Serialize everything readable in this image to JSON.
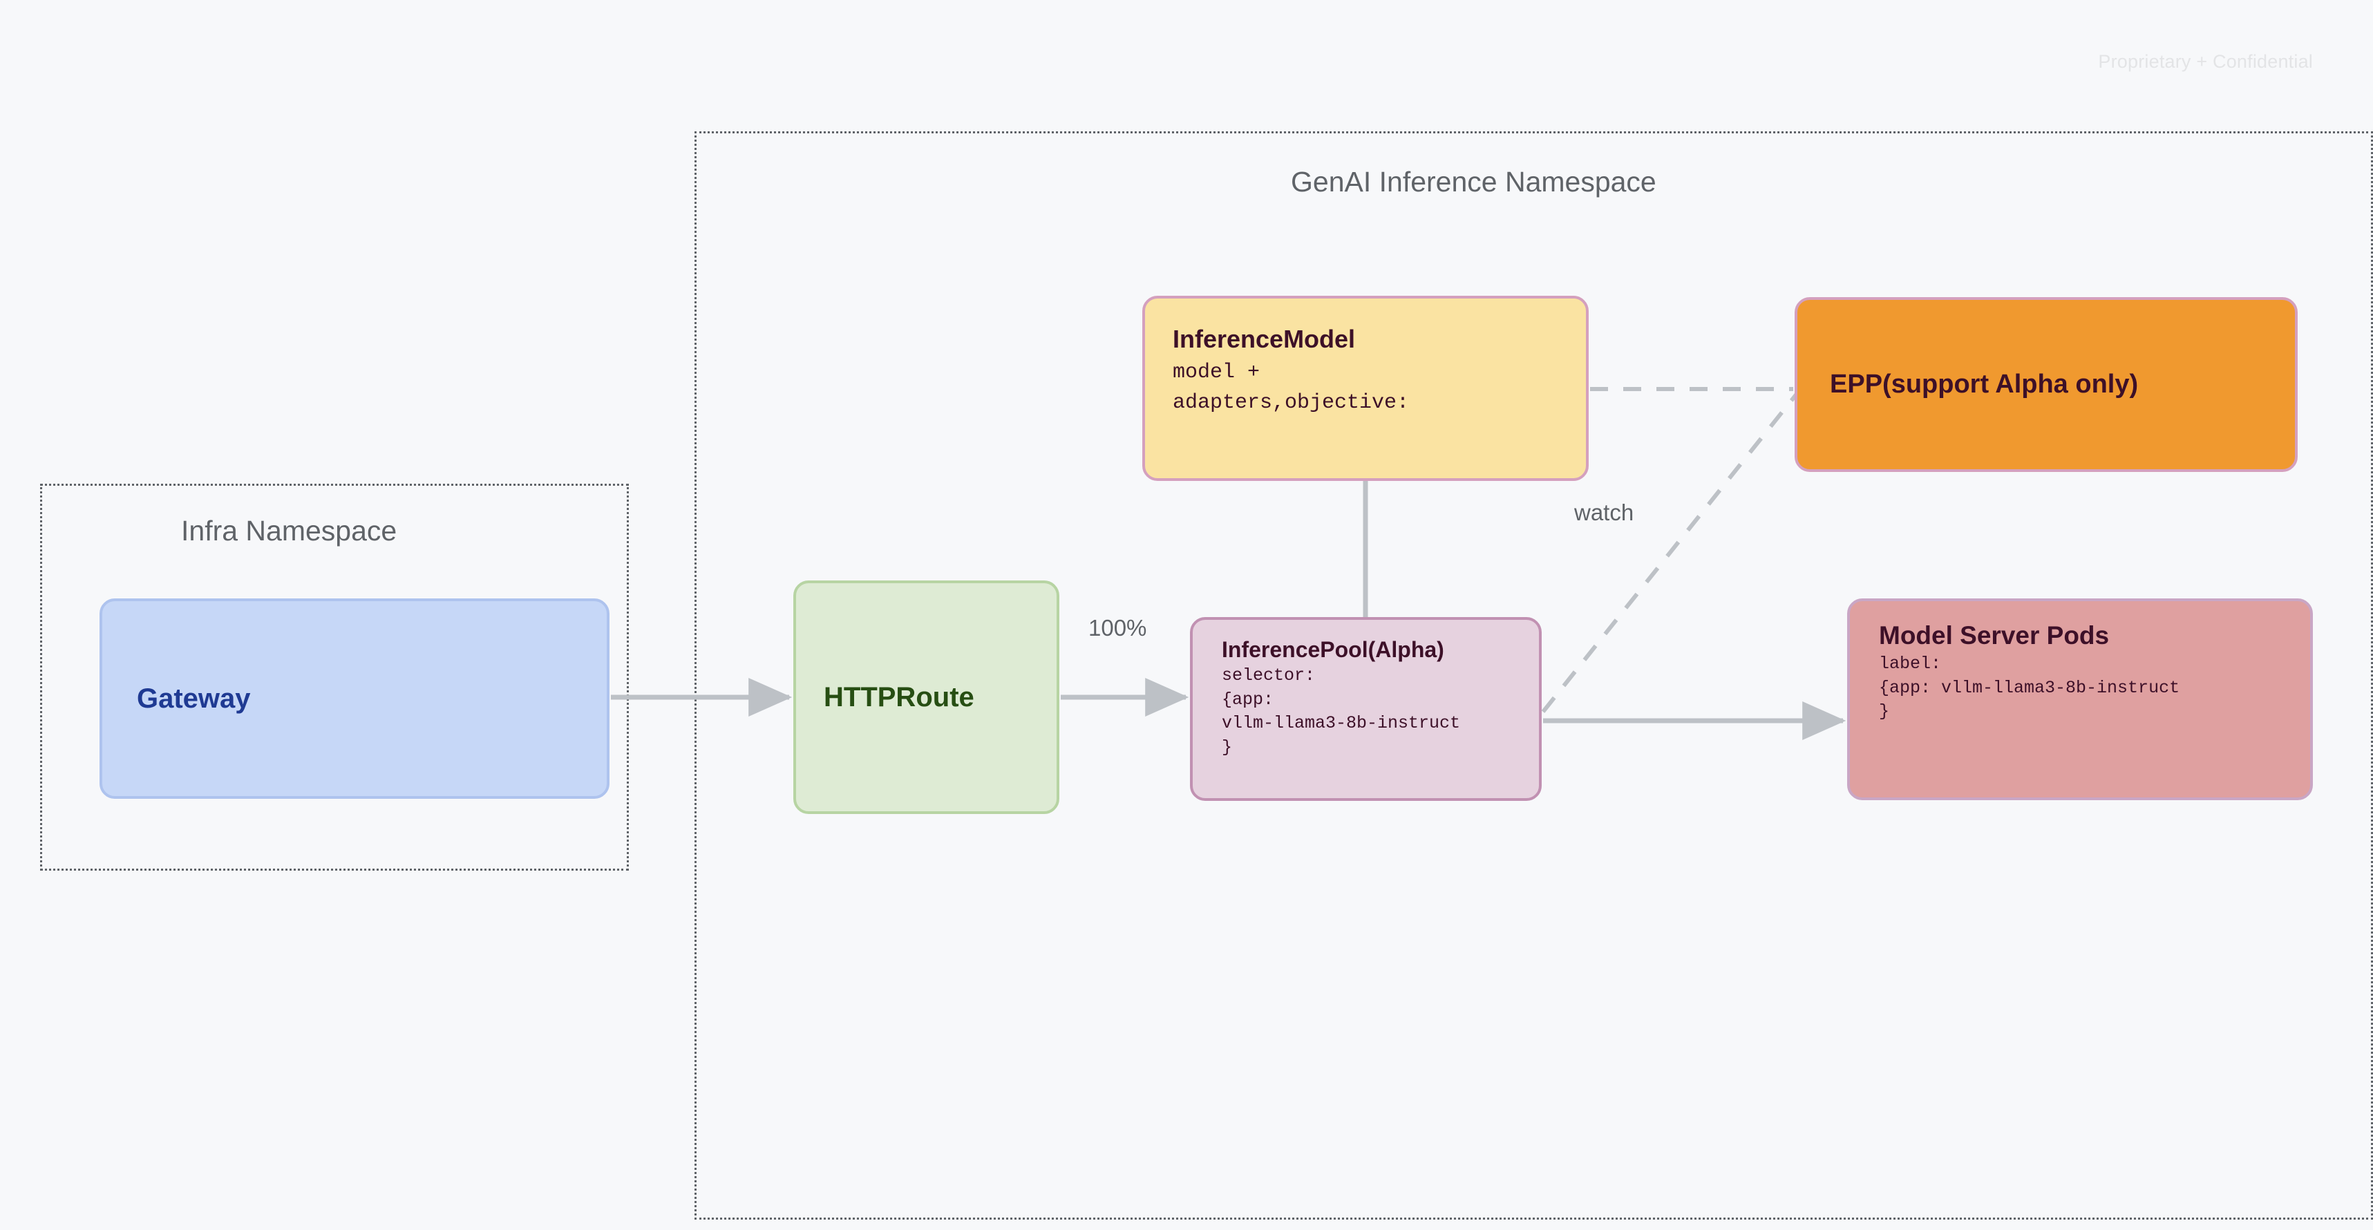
{
  "watermark": "Proprietary + Confidential",
  "namespaces": [
    {
      "id": "infra",
      "title": "Infra Namespace"
    },
    {
      "id": "genai",
      "title": "GenAI Inference Namespace"
    }
  ],
  "nodes": {
    "gateway": {
      "title": "Gateway",
      "fill": "#C6D7F7",
      "border": "#AEC3EE",
      "text_color": "#1F3A93"
    },
    "httproute": {
      "title": "HTTPRoute",
      "fill": "#DEEBD4",
      "border": "#B7D4A3",
      "text_color": "#274E13"
    },
    "inference_model": {
      "title": "InferenceModel",
      "body_line_1": "model +",
      "body_line_2": "adapters,objective:",
      "fill": "#FAE3A2",
      "border": "#D4A0BE",
      "text_color": "#3D1028"
    },
    "inference_pool": {
      "title": "InferencePool(Alpha)",
      "body_line_1": "selector:",
      "body_line_2": "{app:",
      "body_line_3": "vllm-llama3-8b-instruct",
      "body_line_4": "}",
      "fill": "#E6D2DF",
      "border": "#C191B2",
      "text_color": "#3D1028"
    },
    "epp": {
      "title": "EPP(support Alpha only)",
      "fill": "#F0992F",
      "border": "#D4A0BE",
      "text_color": "#3D1028"
    },
    "model_server_pods": {
      "title": "Model Server Pods",
      "body_line_1": "label:",
      "body_line_2": "{app: vllm-llama3-8b-instruct",
      "body_line_3": "}",
      "fill": "#DFA0A0",
      "border": "#C9A6C5",
      "text_color": "#3D1028"
    }
  },
  "edges": [
    {
      "id": "gateway-to-httproute",
      "label": "",
      "style": "solid-arrow"
    },
    {
      "id": "httproute-to-inferencepool",
      "label": "100%",
      "style": "solid-arrow"
    },
    {
      "id": "inferencemodel-to-inferencepool",
      "label": "",
      "style": "solid-line"
    },
    {
      "id": "inferencepool-to-modelserverpods",
      "label": "",
      "style": "solid-arrow"
    },
    {
      "id": "inferencemodel-to-epp",
      "label": "",
      "style": "dashed-line"
    },
    {
      "id": "inferencepool-to-epp",
      "label": "watch",
      "style": "dashed-line"
    }
  ],
  "edge_labels": {
    "percent": "100%",
    "watch": "watch"
  },
  "colors": {
    "background": "#F7F8FA",
    "namespace_border": "#5F6368",
    "connector": "#BDC1C6",
    "watermark": "#E3E4E6"
  }
}
